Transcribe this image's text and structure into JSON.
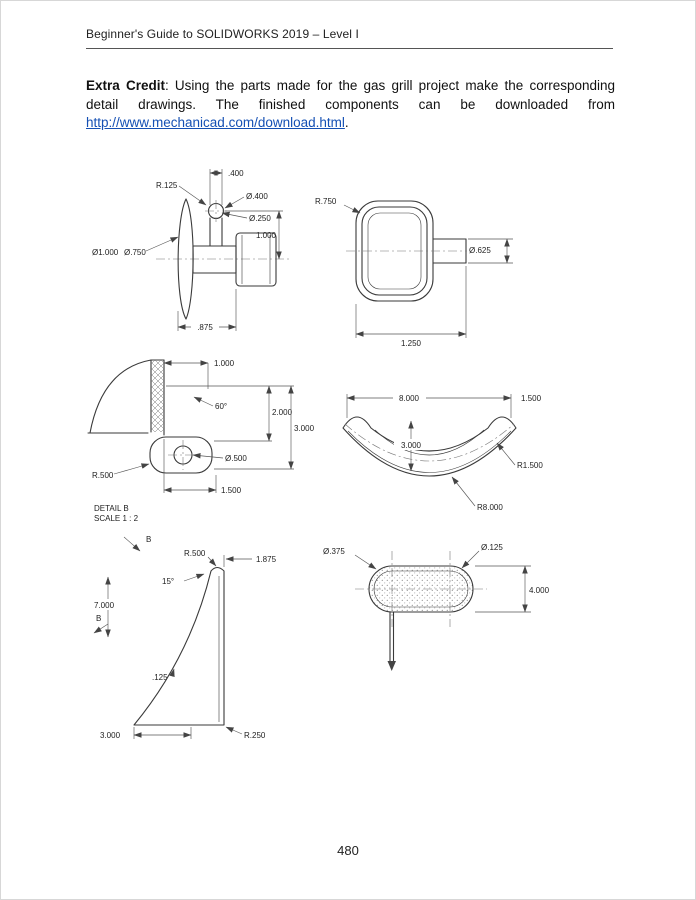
{
  "header": {
    "title": "Beginner's Guide to SOLIDWORKS 2019 – Level I"
  },
  "intro": {
    "lead": "Extra Credit",
    "body": ": Using the parts made for the gas grill project make the corresponding detail drawings. The finished components can be downloaded from ",
    "link_text": "http://www.mechanicad.com/download.html",
    "suffix": "."
  },
  "drawings": {
    "knob": {
      "width_top": ".400",
      "fillet_radius": "R.125",
      "boss_dia": "Ø.400",
      "hole_dia": "Ø.250",
      "height": "1.000",
      "flange_dia": "Ø1.000",
      "hub_dia": "Ø.750",
      "depth": ".875"
    },
    "handle_top": {
      "corner_radius": "R.750",
      "stem_dia": "Ø.625",
      "width": "1.250"
    },
    "bracket": {
      "top_width": "1.000",
      "angle": "60°",
      "mid_height": "2.000",
      "overall_height": "3.000",
      "hole_dia": "Ø.500",
      "foot_radius": "R.500",
      "base_width": "1.500",
      "detail_label": "DETAIL B",
      "detail_scale": "SCALE 1 : 2"
    },
    "handle_front": {
      "span": "8.000",
      "end_width": "1.500",
      "drop": "3.000",
      "end_radius": "R1.500",
      "arc_radius": "R8.000"
    },
    "detail_b": {
      "section_label_top": "B",
      "tip_radius": "R.500",
      "top_width": "1.875",
      "draft_angle": "15°",
      "height": "7.000",
      "section_label_side": "B",
      "wall_thickness": ".125",
      "base_width": "3.000",
      "base_radius": "R.250"
    },
    "slot": {
      "slot_dia": "Ø.375",
      "pin_dia": "Ø.125",
      "length": "4.000"
    }
  },
  "footer": {
    "page_number": "480"
  }
}
